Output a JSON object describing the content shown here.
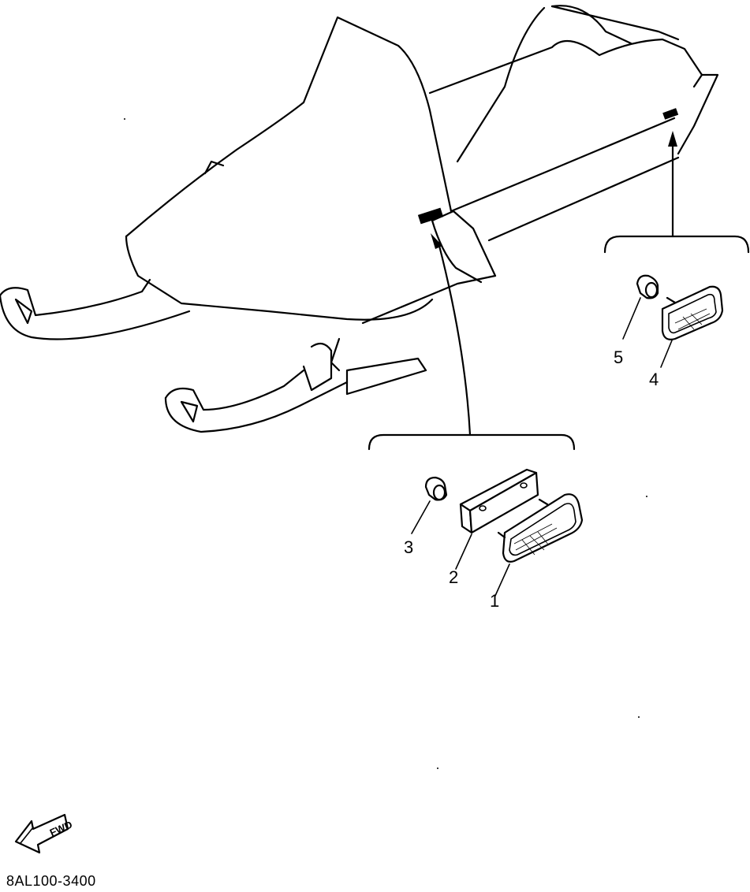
{
  "diagram": {
    "callouts": {
      "c1": "1",
      "c2": "2",
      "c3": "3",
      "c4": "4",
      "c5": "5"
    },
    "fwd_label": "FWD",
    "document_number": "8AL100-3400"
  }
}
